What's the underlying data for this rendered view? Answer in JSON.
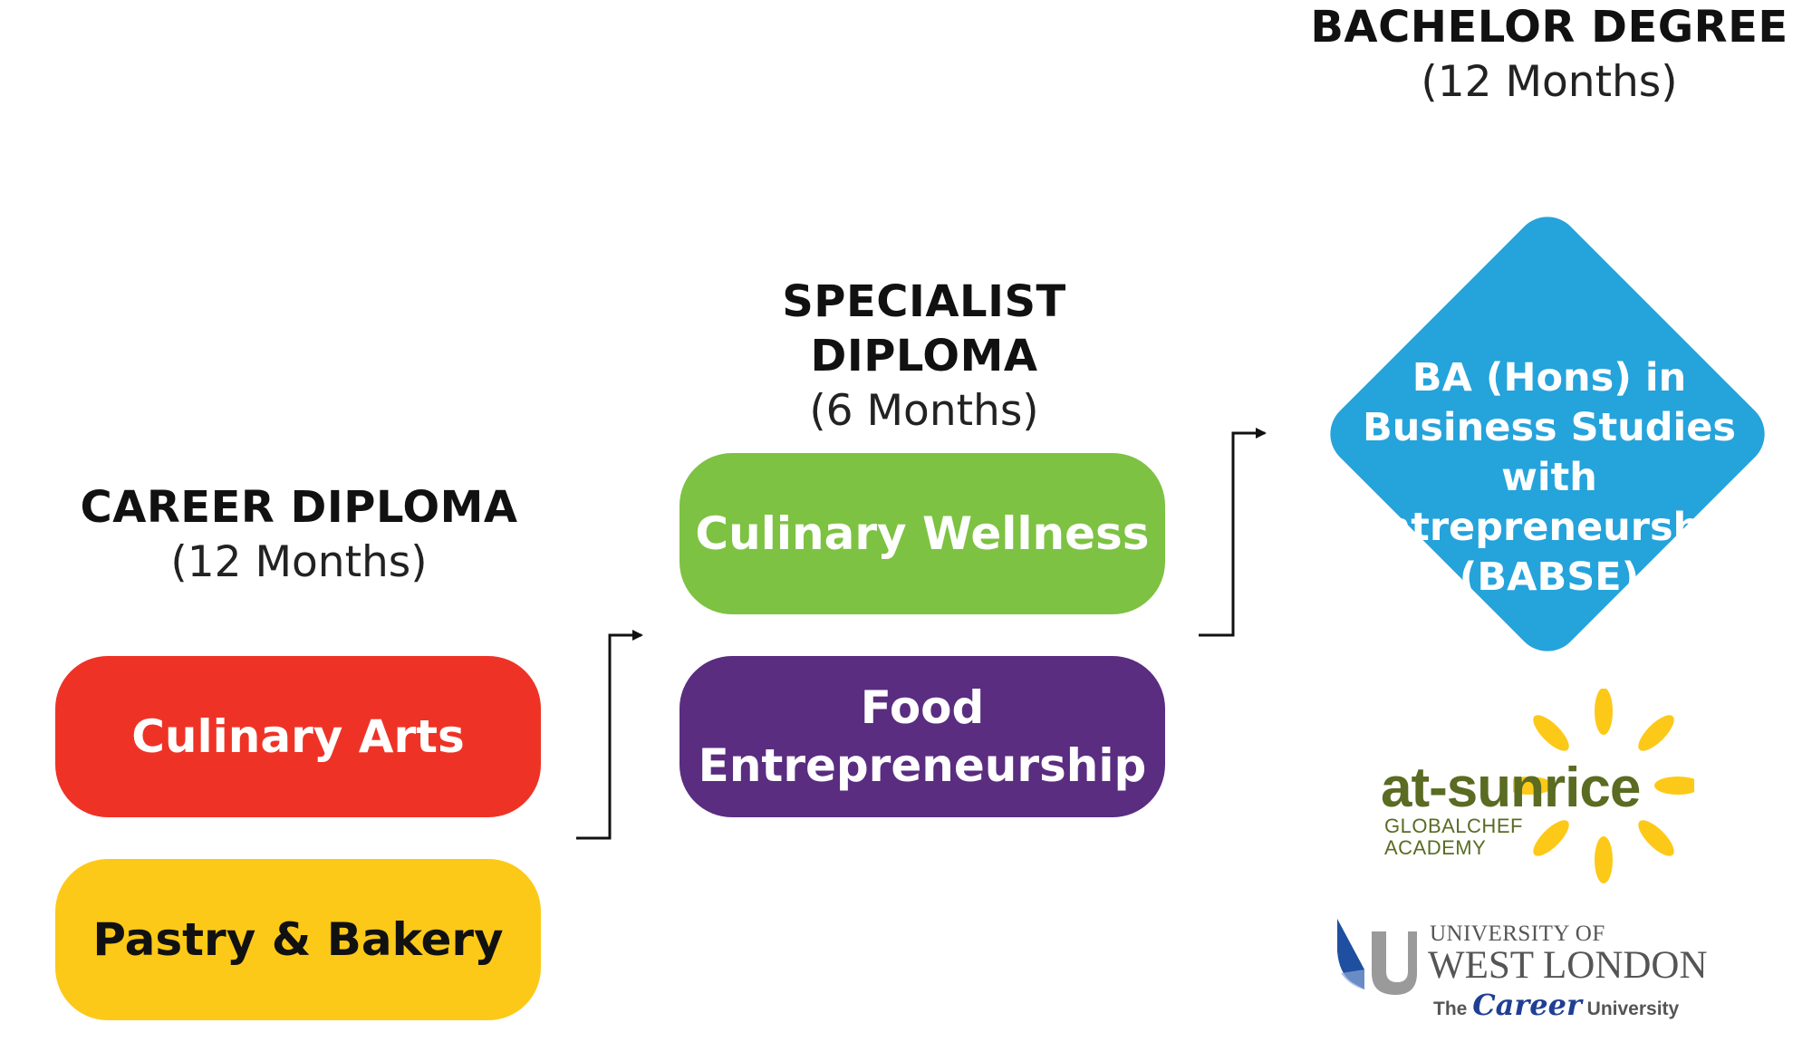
{
  "stages": {
    "career": {
      "title": "CAREER DIPLOMA",
      "duration": "(12 Months)"
    },
    "specialist": {
      "title": "SPECIALIST DIPLOMA",
      "duration": "(6 Months)"
    },
    "bachelor": {
      "title": "BACHELOR DEGREE",
      "duration": "(12 Months)"
    }
  },
  "programmes": {
    "culinary_arts": {
      "label": "Culinary Arts",
      "color": "#ee3326"
    },
    "pastry_bakery": {
      "label": "Pastry & Bakery",
      "color": "#fdc918"
    },
    "culinary_wellness": {
      "label": "Culinary Wellness",
      "color": "#7dc242"
    },
    "food_entrepreneurship": {
      "line1": "Food",
      "line2": "Entrepreneurship",
      "color": "#5a2d80"
    },
    "babse": {
      "line1": "BA (Hons) in",
      "line2": "Business Studies with",
      "line3": "Entrepreneurship",
      "line4": "(BABSE)",
      "color": "#25a3db"
    }
  },
  "logos": {
    "sunrice": {
      "name": "at-sunrice",
      "sub1": "GLOBALCHEF",
      "sub2": "ACADEMY",
      "petal_color": "#fdc918"
    },
    "uwl": {
      "line1": "UNIVERSITY OF",
      "line2": "WEST LONDON",
      "line3_pre": "The",
      "line3_career": "Career",
      "line3_post": "University"
    }
  }
}
